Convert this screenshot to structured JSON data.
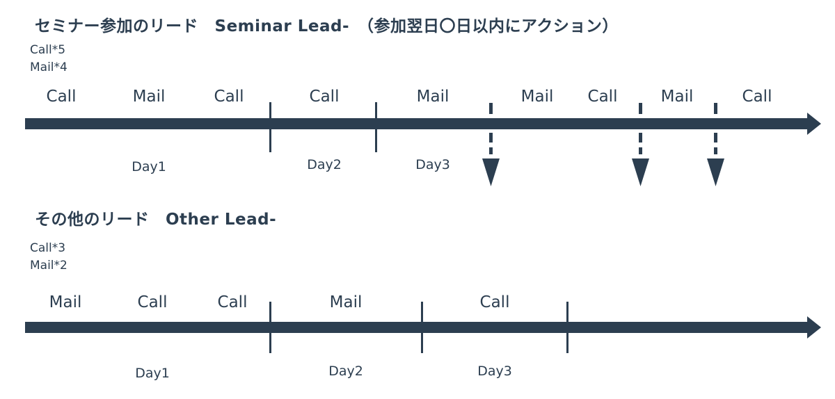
{
  "colors": {
    "ink": "#2c3e50",
    "background": "#ffffff"
  },
  "seminar": {
    "title": "セミナー参加のリード　Seminar Lead-　（参加翌日〇日以内にアクション）",
    "counts": [
      "Call*5",
      "Mail*4"
    ],
    "actions": [
      "Call",
      "Mail",
      "Call",
      "Call",
      "Mail",
      "Mail",
      "Call",
      "Mail",
      "Call"
    ],
    "days": [
      "Day1",
      "Day2",
      "Day3"
    ]
  },
  "other": {
    "title": "その他のリード　Other Lead-",
    "counts": [
      "Call*3",
      "Mail*2"
    ],
    "actions": [
      "Mail",
      "Call",
      "Call",
      "Mail",
      "Call"
    ],
    "days": [
      "Day1",
      "Day2",
      "Day3"
    ]
  }
}
